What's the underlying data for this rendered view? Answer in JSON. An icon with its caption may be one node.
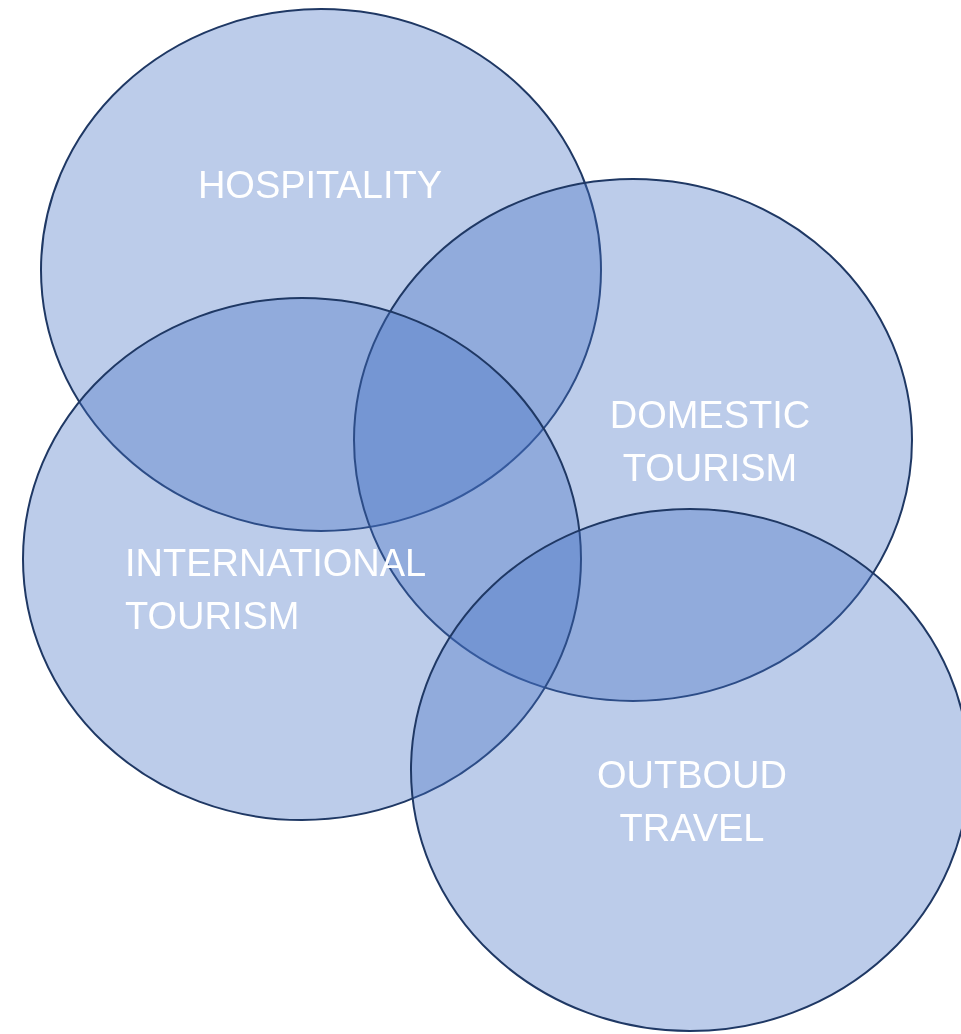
{
  "diagram": {
    "nodes": [
      {
        "text": [
          "HOSPITALITY"
        ]
      },
      {
        "text": [
          "DOMESTIC TOURISM"
        ]
      },
      {
        "text": [
          "INTERNATIONAL TOURISM"
        ]
      },
      {
        "text": [
          "OUTBOUD TRAVEL"
        ]
      }
    ]
  }
}
